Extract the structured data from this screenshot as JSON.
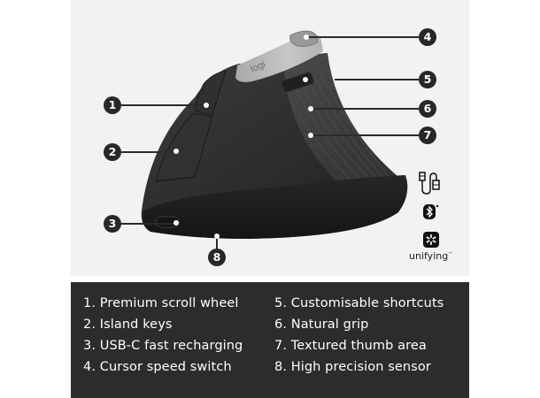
{
  "product": {
    "brand_logo": "logi",
    "image_alt": "Vertical ergonomic mouse with numbered feature callouts"
  },
  "callouts": [
    {
      "number": "1",
      "feature": "Premium scroll wheel"
    },
    {
      "number": "2",
      "feature": "Island keys"
    },
    {
      "number": "3",
      "feature": "USB-C fast recharging"
    },
    {
      "number": "4",
      "feature": "Cursor speed switch"
    },
    {
      "number": "5",
      "feature": "Customisable shortcuts"
    },
    {
      "number": "6",
      "feature": "Natural grip"
    },
    {
      "number": "7",
      "feature": "Textured thumb area"
    },
    {
      "number": "8",
      "feature": "High precision sensor"
    }
  ],
  "connectivity": {
    "icons": [
      "usb-cable-icon",
      "bluetooth-icon",
      "unifying-icon"
    ],
    "unifying_label": "unifying",
    "unifying_tm": "™"
  },
  "legend": {
    "left": [
      "1. Premium scroll wheel",
      "2. Island keys",
      "3. USB-C fast recharging",
      "4. Cursor speed switch"
    ],
    "right": [
      "5. Customisable shortcuts",
      "6. Natural grip",
      "7. Textured thumb area",
      "8. High precision sensor"
    ]
  },
  "colors": {
    "stage_bg": "#f2f2f2",
    "legend_bg": "#2b2c2e",
    "callout_bg": "#26282a",
    "mouse_body": "#2e2f31",
    "mouse_top": "#b9b9b9"
  }
}
